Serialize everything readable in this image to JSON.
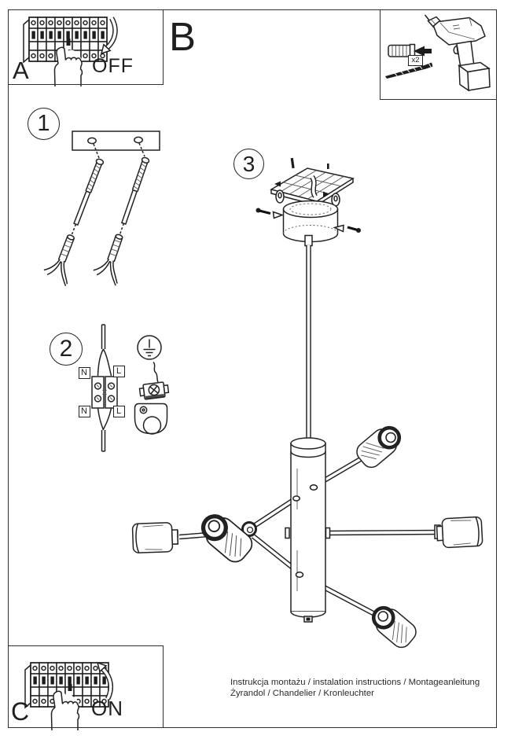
{
  "sheet": {
    "section_a": {
      "label": "A",
      "action": "OFF"
    },
    "section_b": {
      "label": "B"
    },
    "section_c": {
      "label": "C",
      "action": "ON"
    },
    "hardware_box": {
      "quantity": "x2"
    },
    "step1": {
      "number": "1"
    },
    "step2": {
      "number": "2",
      "terminals": {
        "top_left": "N",
        "top_right": "L",
        "bottom_left": "N",
        "bottom_right": "L"
      }
    },
    "step3": {
      "number": "3"
    },
    "footer": {
      "line1": "Instrukcja montażu / instalation instructions / Montageanleitung",
      "line2": "Żyrandol / Chandelier / Kronleuchter"
    }
  }
}
